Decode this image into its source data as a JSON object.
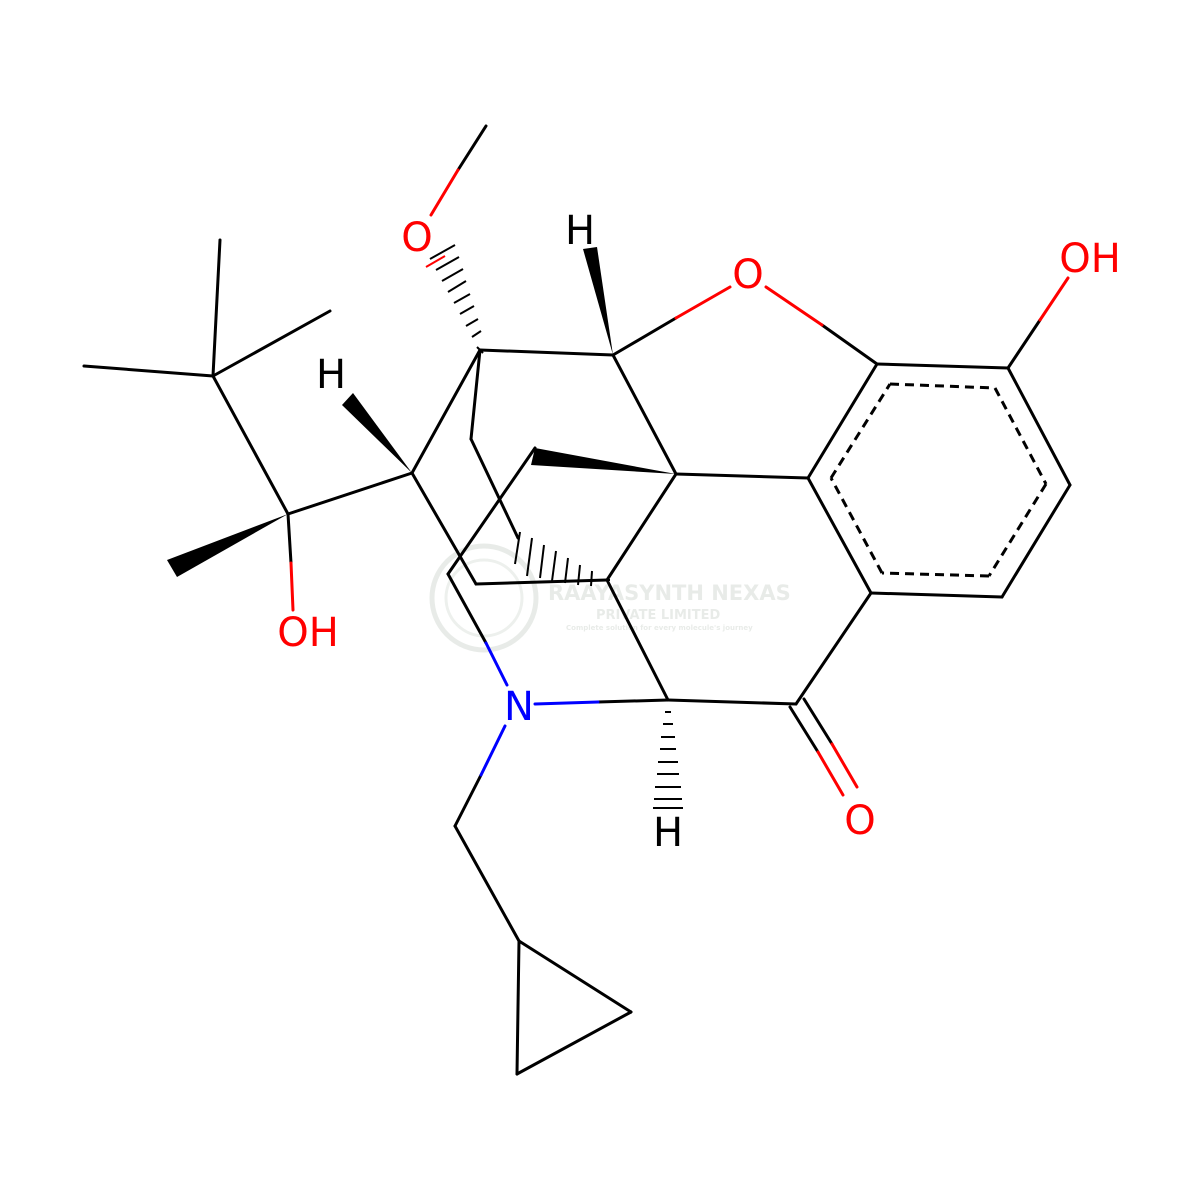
{
  "colors": {
    "bond": "#000000",
    "oxygen": "#ff0000",
    "nitrogen": "#0000ff",
    "hydrogen": "#000000",
    "watermark": "#d6dcd6"
  },
  "labels": {
    "o_methoxy": "O",
    "o_ether": "O",
    "oh_phenol": "OH",
    "oh_alcohol": "OH",
    "n_amine": "N",
    "o_ketone": "O",
    "h_top_center": "H",
    "h_left": "H",
    "h_bottom": "H"
  },
  "watermark": {
    "name": "RAAYASYNTH NEXAS",
    "subtitle": "PRIVATE LIMITED",
    "tagline": "Complete solution for every molecule's journey"
  }
}
